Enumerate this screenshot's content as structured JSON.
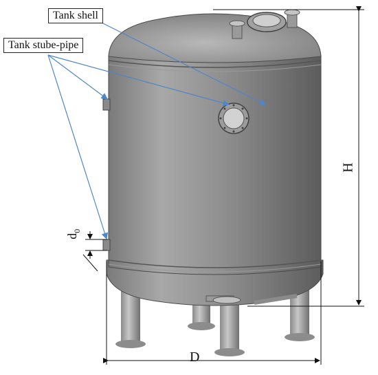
{
  "labels": {
    "tank_shell": "Tank shell",
    "tank_stube_pipe": "Tank stube-pipe",
    "dimension_d": "D",
    "dimension_h": "H",
    "dimension_d0_main": "d",
    "dimension_d0_sub": "0"
  },
  "colors": {
    "arrow": "#4f86c6",
    "dimension_line": "#111111",
    "tank_body_light": "#b4b4b4",
    "tank_body_dark": "#6e6e6e"
  }
}
